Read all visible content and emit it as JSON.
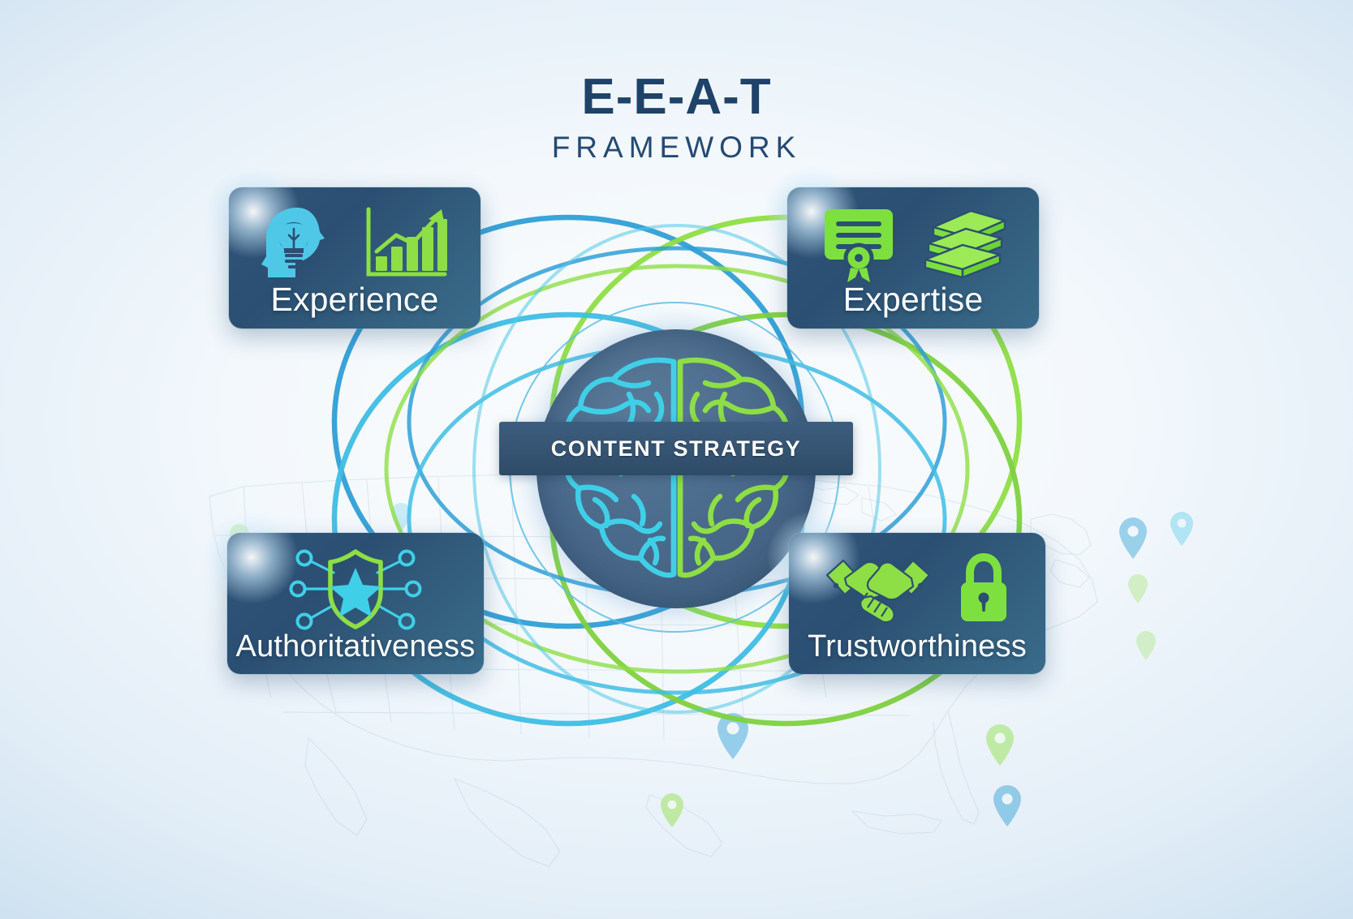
{
  "title": {
    "main": "E-E-A-T",
    "sub": "FRAMEWORK"
  },
  "hub": {
    "label": "CONTENT STRATEGY",
    "icon": "brain-icon",
    "left_hemisphere_color": "#3fd0e8",
    "right_hemisphere_color": "#8ede45",
    "disc_color": "#4b6b8c",
    "ring_color": "#5bbfe8"
  },
  "cards": [
    {
      "id": "experience",
      "label": "Experience",
      "icons": [
        "head-lightbulb-icon",
        "growth-bar-chart-icon"
      ],
      "icon_colors": [
        "#4fc8e8",
        "#8ede45"
      ],
      "position": "top-left"
    },
    {
      "id": "expertise",
      "label": "Expertise",
      "icons": [
        "certificate-icon",
        "book-stack-icon"
      ],
      "icon_colors": [
        "#7ee03f",
        "#8ede45"
      ],
      "position": "top-right"
    },
    {
      "id": "authoritativeness",
      "label": "Authoritativeness",
      "icons": [
        "shield-star-network-icon"
      ],
      "icon_colors": [
        "#8ede45",
        "#3fd0e8"
      ],
      "position": "bottom-left"
    },
    {
      "id": "trustworthiness",
      "label": "Trustworthiness",
      "icons": [
        "handshake-icon",
        "padlock-icon"
      ],
      "icon_colors": [
        "#8ede45",
        "#7ee03f"
      ],
      "position": "bottom-right"
    }
  ],
  "connectors": {
    "description": "four overlapping elliptical rings linking each card to the central hub",
    "colors": [
      "#2f9fd6",
      "#8ede45",
      "#3fbde4",
      "#7ed13f"
    ]
  },
  "background": {
    "watermark": "usa-map-watermark",
    "gradient_edge": "#bdd8ec",
    "gradient_center": "#fbfdfe",
    "map_pin_colors": [
      "#8ede45",
      "#2f9fd6",
      "#4fc8e8"
    ]
  },
  "theme": {
    "navy": "#1f4269",
    "card_bg": "#2f5579",
    "green": "#8ede45",
    "cyan": "#3fd0e8",
    "blue": "#2f9fd6"
  }
}
